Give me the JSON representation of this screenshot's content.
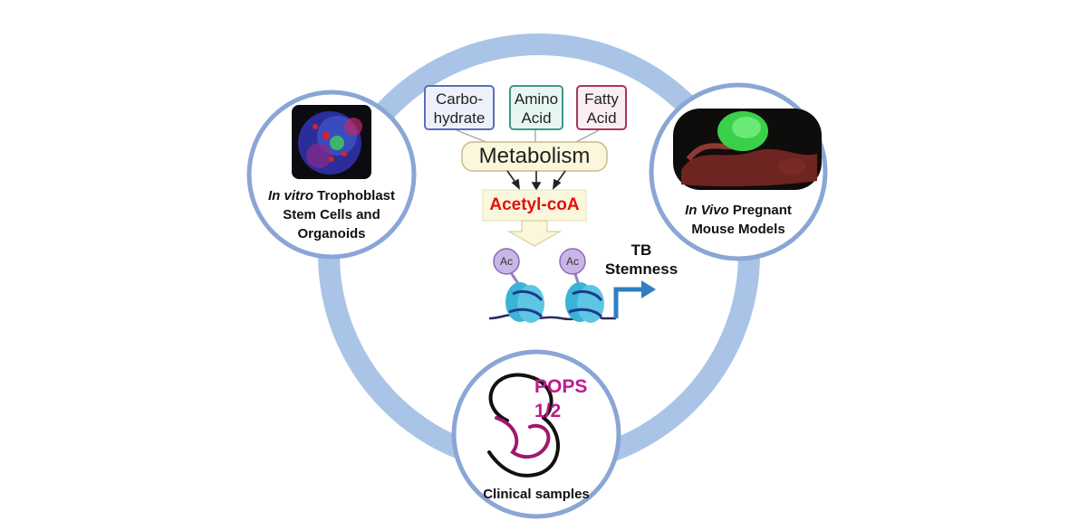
{
  "nodes": {
    "in_vitro": {
      "italic": "In vitro",
      "rest": " Trophoblast",
      "line2": "Stem Cells and",
      "line3": "Organoids"
    },
    "in_vivo": {
      "italic": "In Vivo",
      "rest": " Pregnant",
      "line2": "Mouse Models"
    },
    "clinical": {
      "label": "Clinical samples"
    }
  },
  "pops": {
    "line1": "POPS",
    "line2": "1/2",
    "color": "#c0198c"
  },
  "nutrients": [
    {
      "line1": "Carbo-",
      "line2": "hydrate",
      "border": "#5a6fb8",
      "fill": "#eef1fb"
    },
    {
      "line1": "Amino",
      "line2": "Acid",
      "border": "#3a9a8a",
      "fill": "#e8f6f3"
    },
    {
      "line1": "Fatty",
      "line2": "Acid",
      "border": "#a8355a",
      "fill": "#fbeef2"
    }
  ],
  "metabolism": {
    "label": "Metabolism"
  },
  "acetyl": {
    "label": "Acetyl-coA",
    "color": "#e01010"
  },
  "histone": {
    "ac_label": "Ac"
  },
  "tb": {
    "line1": "TB",
    "line2": "Stemness"
  },
  "colors": {
    "ring": "#a9c4e6",
    "circle_border": "#8aa6d6",
    "nucleosome": "#3ab3d6",
    "arrow": "#2f7fc2"
  }
}
